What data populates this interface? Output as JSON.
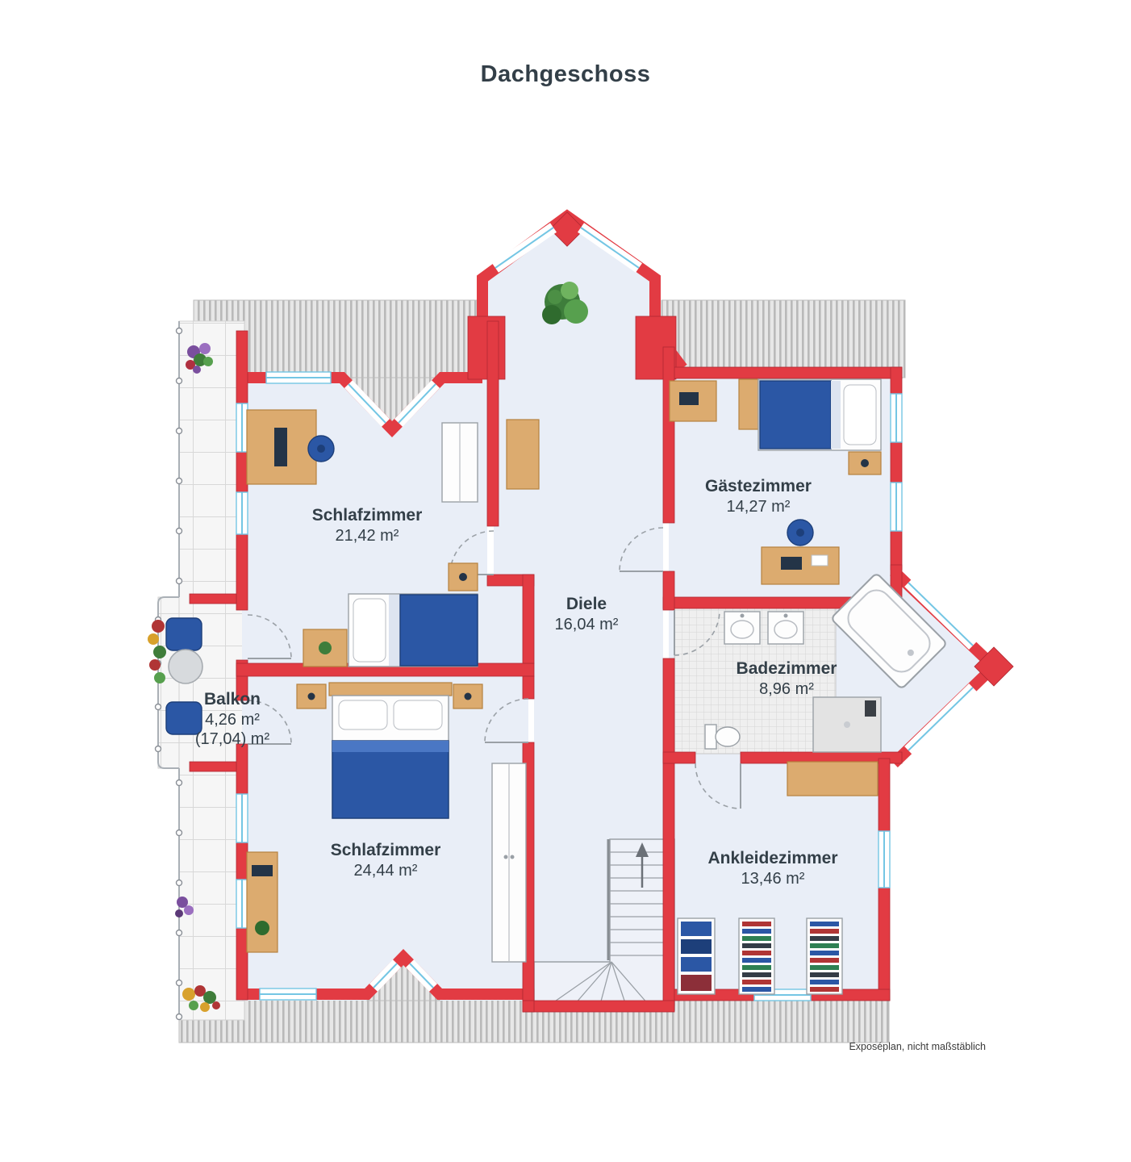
{
  "title": "Dachgeschoss",
  "footer_note": "Exposéplan, nicht maßstäblich",
  "colors": {
    "wall": "#e23b43",
    "wallStroke": "#b02832",
    "floor": "#e9eef7",
    "text": "#333f48",
    "wood": "#dcab6f",
    "woodStroke": "#b5813f",
    "accentBlue": "#2b57a5",
    "accentBlueDark": "#1d3f7a",
    "window": "#74c6e4"
  },
  "rooms": [
    {
      "id": "schlafzimmer-1",
      "name": "Schlafzimmer",
      "area": "21,42 m²"
    },
    {
      "id": "gaestezimmer",
      "name": "Gästezimmer",
      "area": "14,27 m²"
    },
    {
      "id": "diele",
      "name": "Diele",
      "area": "16,04 m²"
    },
    {
      "id": "badezimmer",
      "name": "Badezimmer",
      "area": "8,96 m²"
    },
    {
      "id": "schlafzimmer-2",
      "name": "Schlafzimmer",
      "area": "24,44 m²"
    },
    {
      "id": "ankleidezimmer",
      "name": "Ankleidezimmer",
      "area": "13,46 m²"
    },
    {
      "id": "balkon",
      "name": "Balkon",
      "area": "4,26 m²",
      "area_total": "(17,04) m²"
    }
  ]
}
